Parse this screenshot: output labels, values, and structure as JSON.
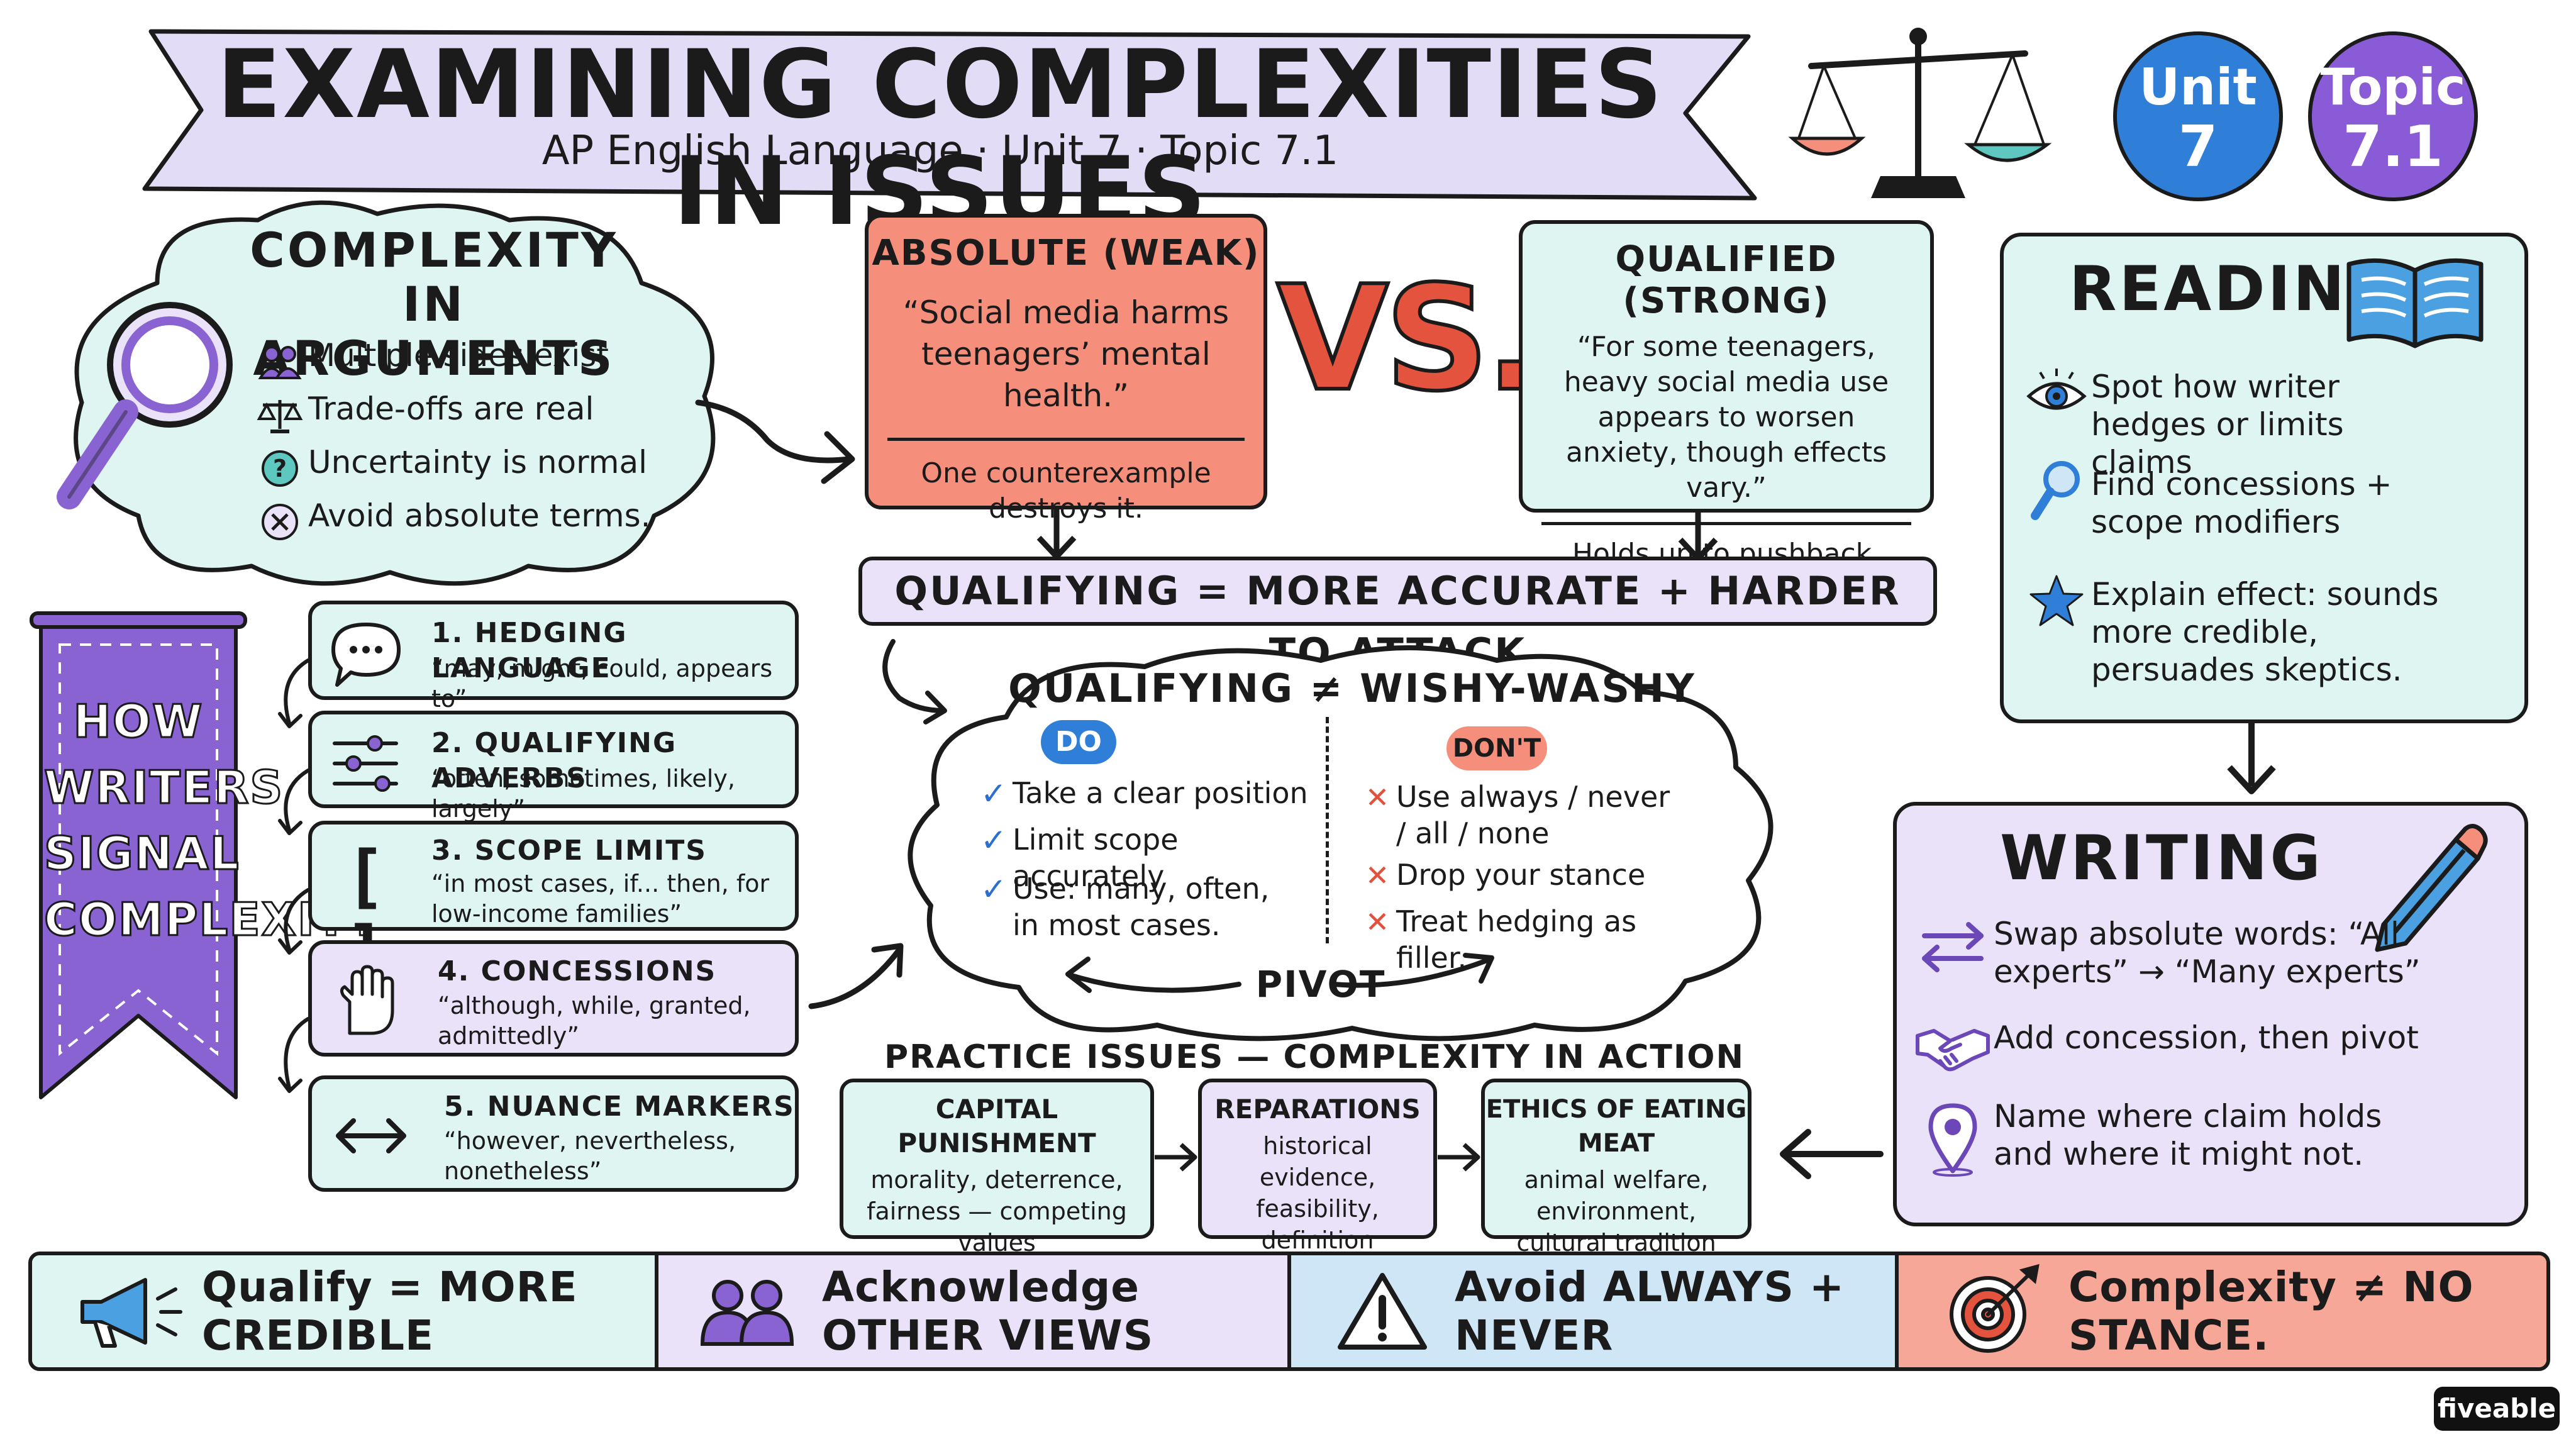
{
  "header": {
    "title": "EXAMINING COMPLEXITIES IN ISSUES",
    "subtitle": "AP English Language · Unit 7 · Topic 7.1",
    "unit_badge": {
      "label": "Unit",
      "value": "7",
      "color": "#2f7fd8"
    },
    "topic_badge": {
      "label": "Topic",
      "value": "7.1",
      "color": "#8a5bd6"
    }
  },
  "complexity": {
    "title": "COMPLEXITY IN ARGUMENTS",
    "items": [
      {
        "icon": "people-icon",
        "text": "Multiple sides exist"
      },
      {
        "icon": "scale-icon",
        "text": "Trade-offs are real"
      },
      {
        "icon": "question-icon",
        "text": "Uncertainty is normal"
      },
      {
        "icon": "x-circle-icon",
        "text": "Avoid absolute terms."
      }
    ]
  },
  "absolute": {
    "title": "ABSOLUTE (WEAK)",
    "quote": "“Social media harms teenagers’ mental health.”",
    "note": "One counterexample destroys it."
  },
  "vs_label": "VS.",
  "qualified": {
    "title": "QUALIFIED (STRONG)",
    "quote": "“For some teenagers, heavy social media use appears to worsen anxiety, though effects vary.”",
    "note": "Holds up to pushback."
  },
  "equation": "QUALIFYING = MORE ACCURATE + HARDER TO ATTACK",
  "reading": {
    "title": "READING",
    "items": [
      {
        "icon": "eye-icon",
        "text": "Spot how writer hedges or limits claims"
      },
      {
        "icon": "magnifier-icon",
        "text": "Find concessions + scope modifiers"
      },
      {
        "icon": "star-icon",
        "text": "Explain effect: sounds more credible, persuades skeptics."
      }
    ]
  },
  "banner": {
    "text": "HOW WRITERS SIGNAL COMPLEXITY",
    "color": "#8a63d2"
  },
  "signals": [
    {
      "icon": "speech-bubble-icon",
      "title": "1. HEDGING LANGUAGE",
      "sub": "“may, might, could, appears to”"
    },
    {
      "icon": "sliders-icon",
      "title": "2. QUALIFYING ADVERBS",
      "sub": "“often, sometimes, likely, largely”"
    },
    {
      "icon": "brackets-icon",
      "title": "3. SCOPE LIMITS",
      "sub": "“in most cases, if... then, for low-income families”"
    },
    {
      "icon": "hand-icon",
      "title": "4. CONCESSIONS",
      "sub": "“although, while, granted, admittedly”"
    },
    {
      "icon": "double-arrow-icon",
      "title": "5. NUANCE MARKERS",
      "sub": "“however, nevertheless, nonetheless”"
    }
  ],
  "wishy": {
    "title": "QUALIFYING ≠ WISHY-WASHY",
    "do_label": "DO",
    "dont_label": "DON'T",
    "do_items": [
      "Take a clear position",
      "Limit scope accurately",
      "Use: many, often, in most cases."
    ],
    "dont_items": [
      "Use always / never / all / none",
      "Drop your stance",
      "Treat hedging as filler."
    ],
    "pivot": "PIVOT"
  },
  "writing": {
    "title": "WRITING",
    "items": [
      {
        "icon": "swap-icon",
        "text": "Swap absolute words: “All experts” → “Many experts”"
      },
      {
        "icon": "handshake-icon",
        "text": "Add concession, then pivot"
      },
      {
        "icon": "location-pin-icon",
        "text": "Name where claim holds and where it might not."
      }
    ]
  },
  "practice": {
    "title": "PRACTICE ISSUES — COMPLEXITY IN ACTION",
    "issues": [
      {
        "title": "CAPITAL PUNISHMENT",
        "text": "morality, deterrence, fairness — competing values"
      },
      {
        "title": "REPARATIONS",
        "text": "historical evidence, feasibility, definition debates"
      },
      {
        "title": "ETHICS OF EATING MEAT",
        "text": "animal welfare, environment, cultural tradition"
      }
    ]
  },
  "footer": [
    {
      "icon": "megaphone-icon",
      "text": "Qualify = MORE CREDIBLE",
      "color": "#dff5f1"
    },
    {
      "icon": "people-icon",
      "text": "Acknowledge OTHER VIEWS",
      "color": "#e9e2f8"
    },
    {
      "icon": "warning-icon",
      "text": "Avoid ALWAYS + NEVER",
      "color": "#cfe6f7"
    },
    {
      "icon": "target-icon",
      "text": "Complexity ≠ NO STANCE.",
      "color": "#f7a797"
    }
  ],
  "brand": "fiveable"
}
